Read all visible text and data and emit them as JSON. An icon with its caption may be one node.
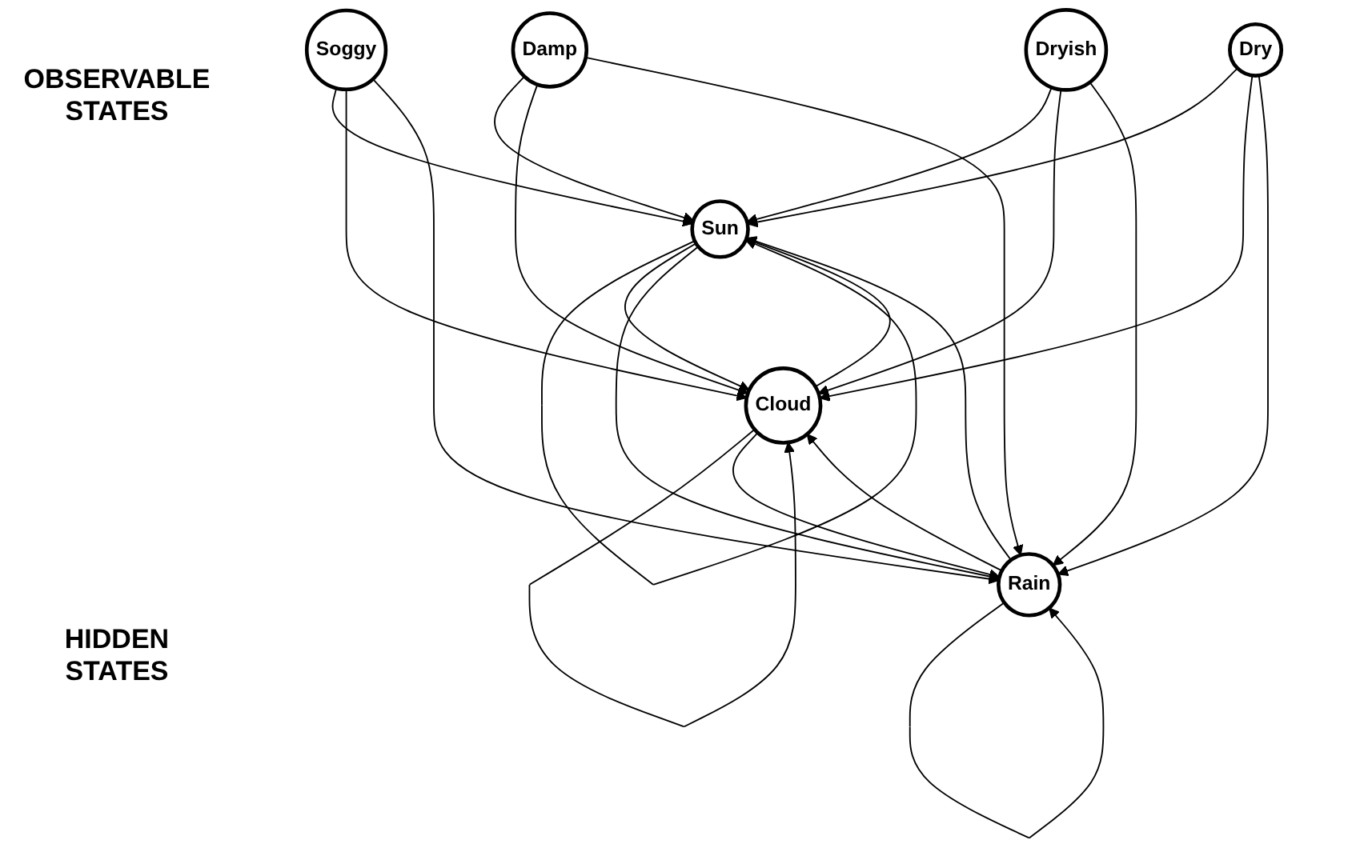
{
  "diagram": {
    "nodes": [
      {
        "text": [
          "Soggy"
        ]
      },
      {
        "text": [
          "Damp"
        ]
      },
      {
        "text": [
          "Dryish"
        ]
      },
      {
        "text": [
          "Dry"
        ]
      },
      {
        "text": [
          "Sun"
        ]
      },
      {
        "text": [
          "Cloud"
        ]
      },
      {
        "text": [
          "Rain"
        ]
      }
    ],
    "edges": [
      {
        "from": 4,
        "to": 4,
        "arrow": "to"
      },
      {
        "from": 4,
        "to": 5,
        "arrow": "to"
      },
      {
        "from": 5,
        "to": 4,
        "arrow": "to"
      },
      {
        "from": 5,
        "to": 5,
        "arrow": "to"
      },
      {
        "from": 5,
        "to": 6,
        "arrow": "to"
      },
      {
        "from": 6,
        "to": 5,
        "arrow": "to"
      },
      {
        "from": 6,
        "to": 6,
        "arrow": "to"
      },
      {
        "from": 4,
        "to": 6,
        "arrow": "to"
      },
      {
        "from": 6,
        "to": 4,
        "arrow": "to"
      },
      {
        "from": 0,
        "to": 4,
        "arrow": "to"
      },
      {
        "from": 1,
        "to": 4,
        "arrow": "to"
      },
      {
        "from": 2,
        "to": 4,
        "arrow": "to"
      },
      {
        "from": 3,
        "to": 4,
        "arrow": "to"
      },
      {
        "from": 0,
        "to": 5,
        "arrow": "to"
      },
      {
        "from": 1,
        "to": 5,
        "arrow": "to"
      },
      {
        "from": 2,
        "to": 5,
        "arrow": "to"
      },
      {
        "from": 3,
        "to": 5,
        "arrow": "to"
      },
      {
        "from": 0,
        "to": 6,
        "arrow": "to"
      },
      {
        "from": 1,
        "to": 6,
        "arrow": "to"
      },
      {
        "from": 2,
        "to": 6,
        "arrow": "to"
      },
      {
        "from": 3,
        "to": 6,
        "arrow": "to"
      }
    ],
    "labels": [
      "OBSERVABLE STATES",
      "HIDDEN STATES"
    ]
  }
}
